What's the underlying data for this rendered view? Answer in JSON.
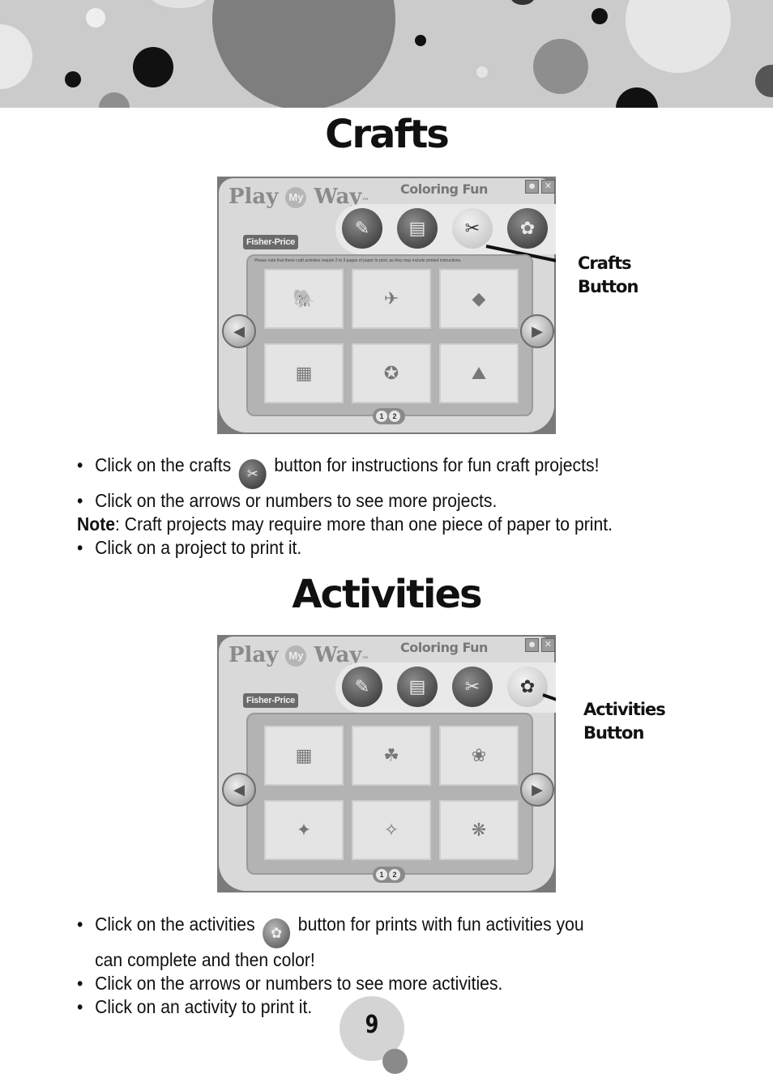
{
  "page": {
    "number": "9"
  },
  "crafts": {
    "title": "Crafts",
    "screenshot": {
      "logo_play": "Play",
      "logo_my": "My",
      "logo_way": "Way",
      "logo_tm": "™",
      "title": "Coloring Fun",
      "brand": "Fisher-Price",
      "notice": "Please note that these craft activities require 2 to 3 pages of paper to print, as they may include printed instructions.",
      "page_buttons": [
        "1",
        "2"
      ]
    },
    "callout": {
      "line1": "Crafts",
      "line2": "Button"
    },
    "instructions": {
      "bullet1_pre": "Click on the crafts",
      "bullet1_post": "button for instructions for fun craft projects!",
      "bullet2": "Click on the arrows or numbers to see more projects.",
      "note_label": "Note",
      "note_text": ": Craft projects may require more than one piece of paper to print.",
      "bullet3": "Click on a project to print it."
    }
  },
  "activities": {
    "title": "Activities",
    "screenshot": {
      "logo_play": "Play",
      "logo_my": "My",
      "logo_way": "Way",
      "logo_tm": "™",
      "title": "Coloring Fun",
      "brand": "Fisher-Price",
      "page_buttons": [
        "1",
        "2"
      ]
    },
    "callout": {
      "line1": "Activities",
      "line2": "Button"
    },
    "instructions": {
      "bullet1_pre": "Click on the activities",
      "bullet1_post": "button for prints with fun activities you",
      "bullet1_cont": "can complete and then color!",
      "bullet2": "Click on the arrows or numbers to see more activities.",
      "bullet3": "Click on an activity to print it."
    }
  }
}
